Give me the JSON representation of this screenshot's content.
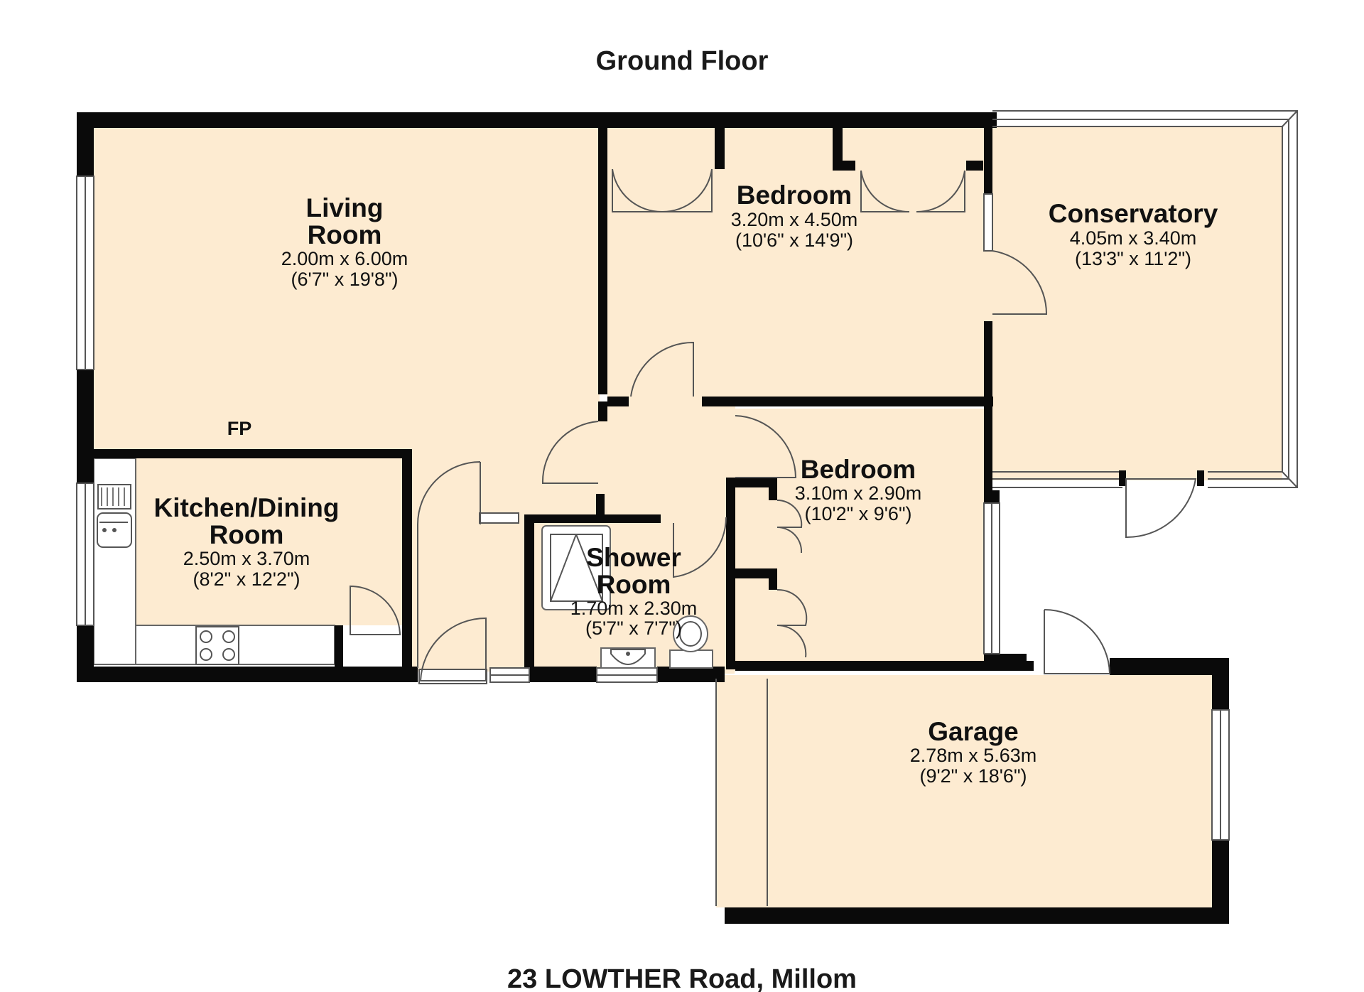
{
  "header": {
    "title": "Ground Floor"
  },
  "footer": {
    "address": "23 LOWTHER Road, Millom"
  },
  "rooms": {
    "living": {
      "name_line1": "Living",
      "name_line2": "Room",
      "dim_m": "2.00m x 6.00m",
      "dim_ft": "(6'7\" x 19'8\")"
    },
    "bedroom1": {
      "name": "Bedroom",
      "dim_m": "3.20m x 4.50m",
      "dim_ft": "(10'6\" x 14'9\")"
    },
    "conservatory": {
      "name": "Conservatory",
      "dim_m": "4.05m x 3.40m",
      "dim_ft": "(13'3\" x 11'2\")"
    },
    "kitchen": {
      "name_line1": "Kitchen/Dining",
      "name_line2": "Room",
      "dim_m": "2.50m x 3.70m",
      "dim_ft": "(8'2\" x 12'2\")"
    },
    "bedroom2": {
      "name": "Bedroom",
      "dim_m": "3.10m x 2.90m",
      "dim_ft": "(10'2\" x 9'6\")"
    },
    "shower": {
      "name_line1": "Shower",
      "name_line2": "Room",
      "dim_m": "1.70m x 2.30m",
      "dim_ft": "(5'7\" x 7'7\")"
    },
    "garage": {
      "name": "Garage",
      "dim_m": "2.78m x 5.63m",
      "dim_ft": "(9'2\" x 18'6\")"
    }
  },
  "annotations": {
    "fireplace": "FP"
  }
}
